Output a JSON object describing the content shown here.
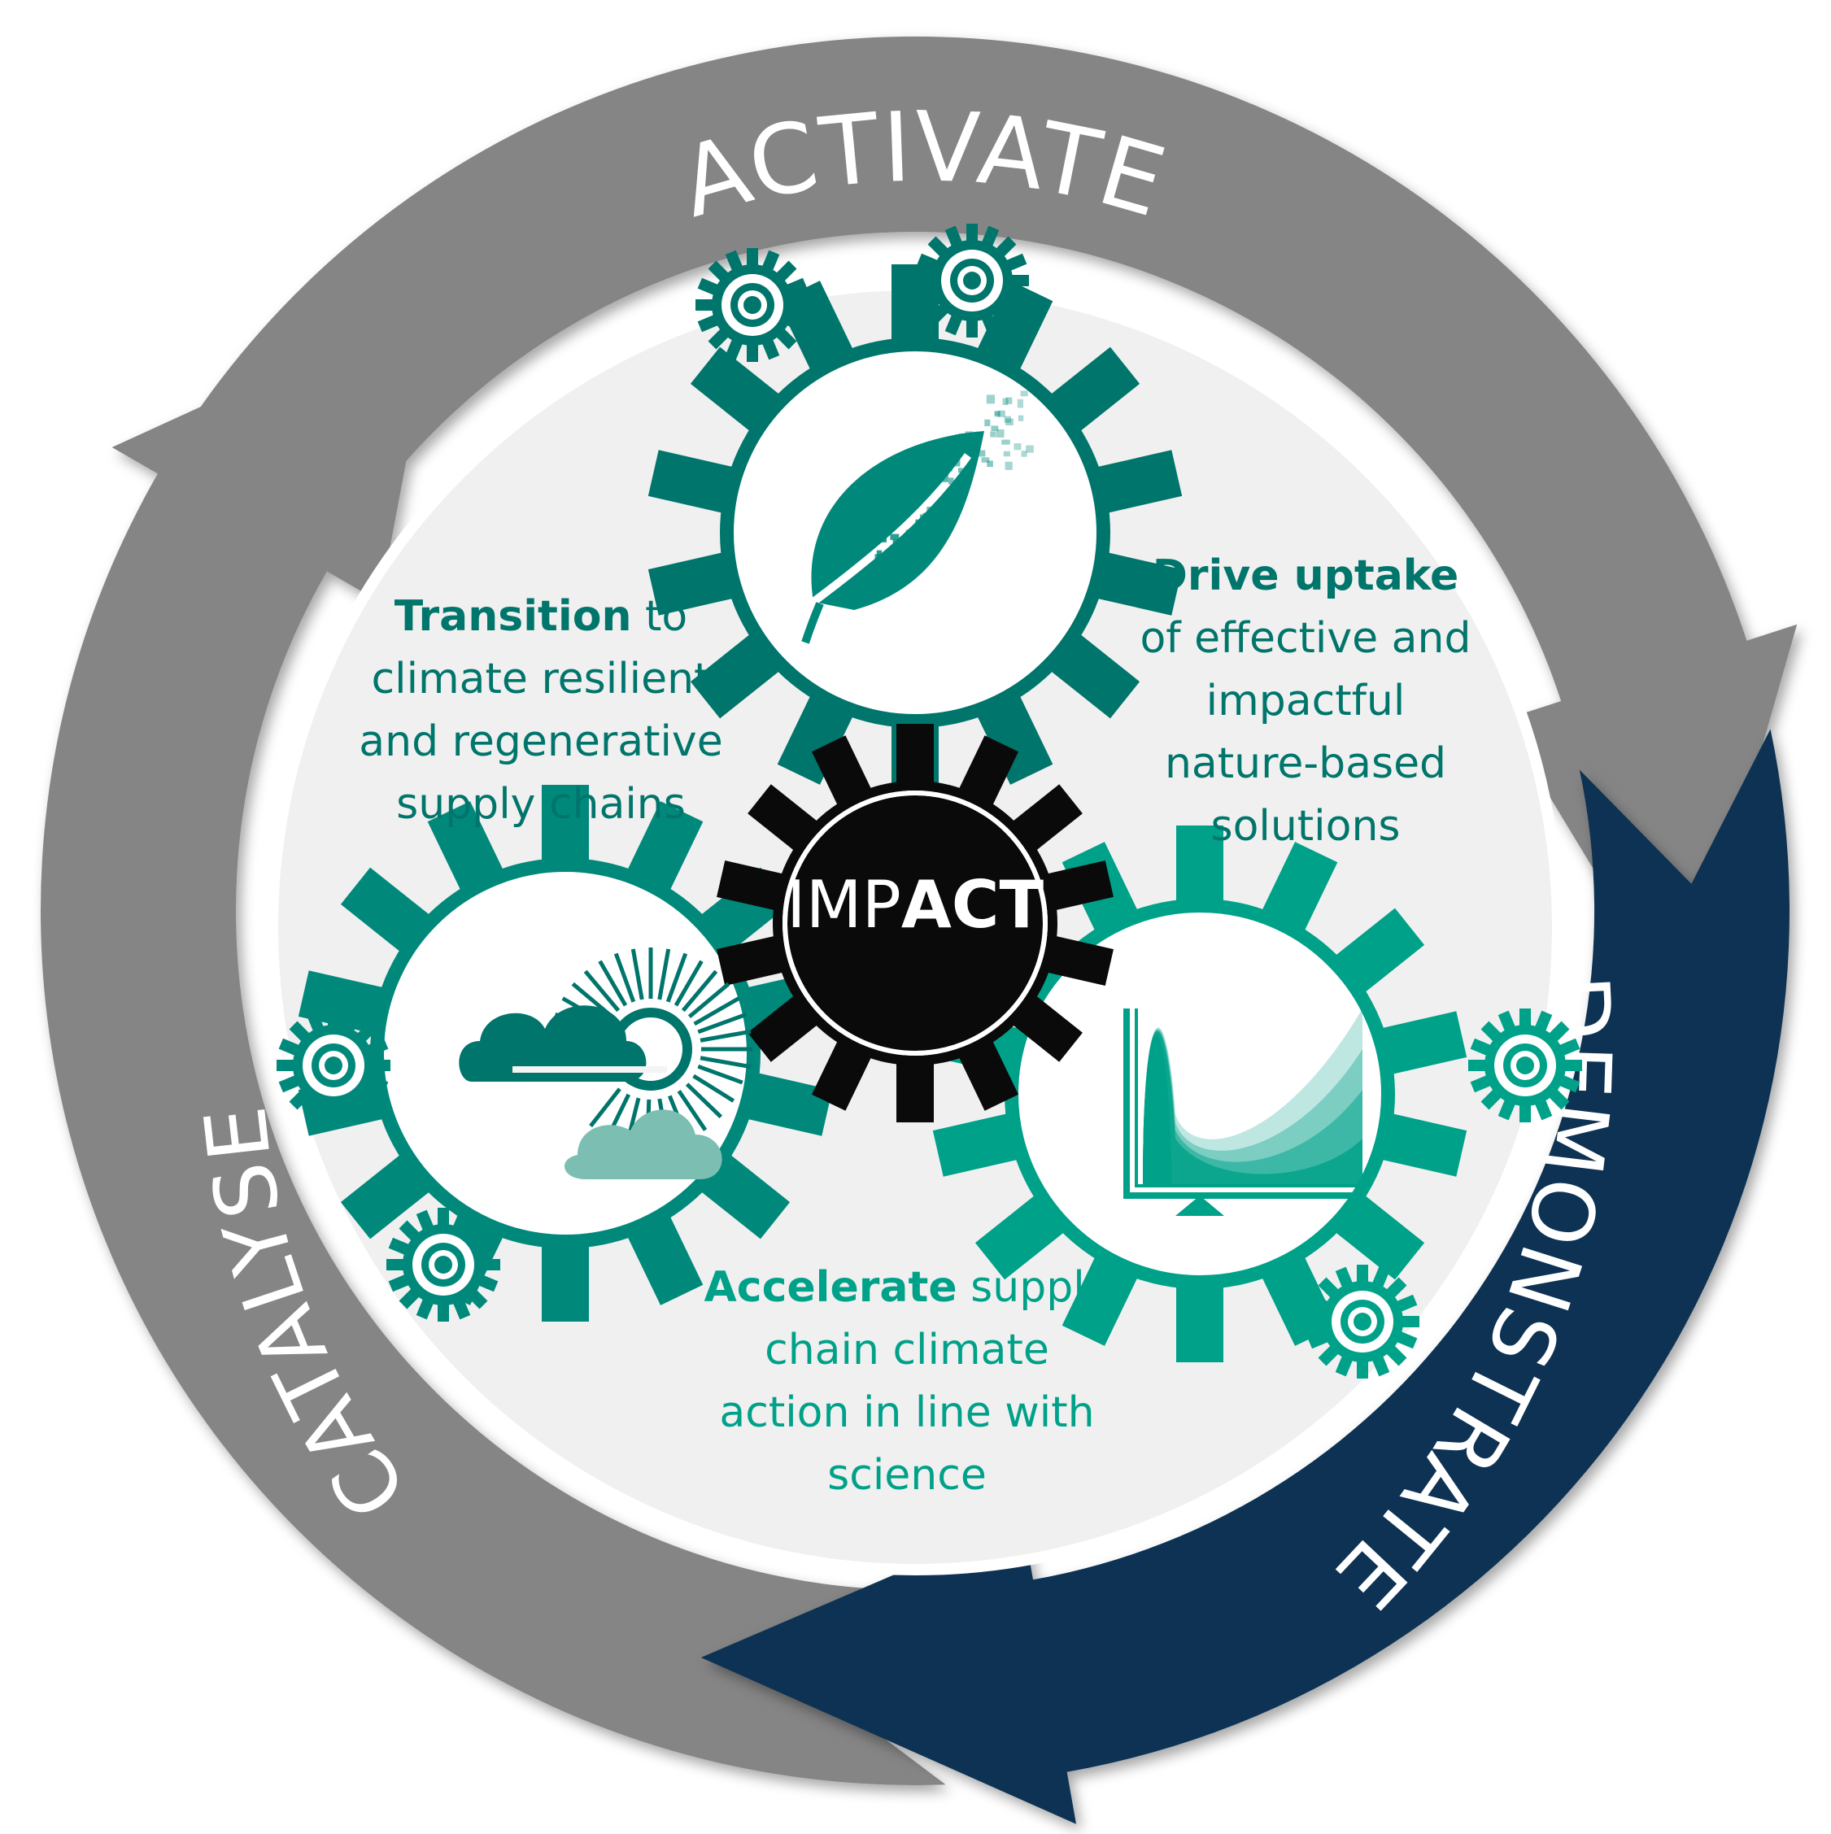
{
  "ring": {
    "activate": "ACTIVATE",
    "demonstrate": "DEMONSTRATE",
    "catalyse": "CATALYSE"
  },
  "center": {
    "prefix": "IMP",
    "bold": "ACT"
  },
  "statements": {
    "transition": {
      "bold": "Transition",
      "rest1": " to",
      "line2": "climate resilient",
      "line3": "and regenerative",
      "line4": "supply chains"
    },
    "drive": {
      "bold": "Drive uptake",
      "line2": "of effective and",
      "line3": "impactful",
      "line4": "nature-based",
      "line5": "solutions"
    },
    "accelerate": {
      "bold": "Accelerate",
      "rest1": " supply",
      "line2": "chain climate",
      "line3": "action in line with",
      "line4": "science"
    }
  },
  "colors": {
    "ring_gray": "#858585",
    "ring_navy": "#0b3353",
    "teal_dark": "#00756b",
    "teal_mid": "#00897b",
    "teal_light": "#00a189",
    "inner_bg": "#f0f0f0",
    "hub_black": "#0a0a0a"
  },
  "icons": {
    "top_gear": "leaf-icon",
    "left_gear": "cloud-sun-icon",
    "right_gear": "distribution-chart-icon",
    "small_gears": "small-cog-icon"
  }
}
